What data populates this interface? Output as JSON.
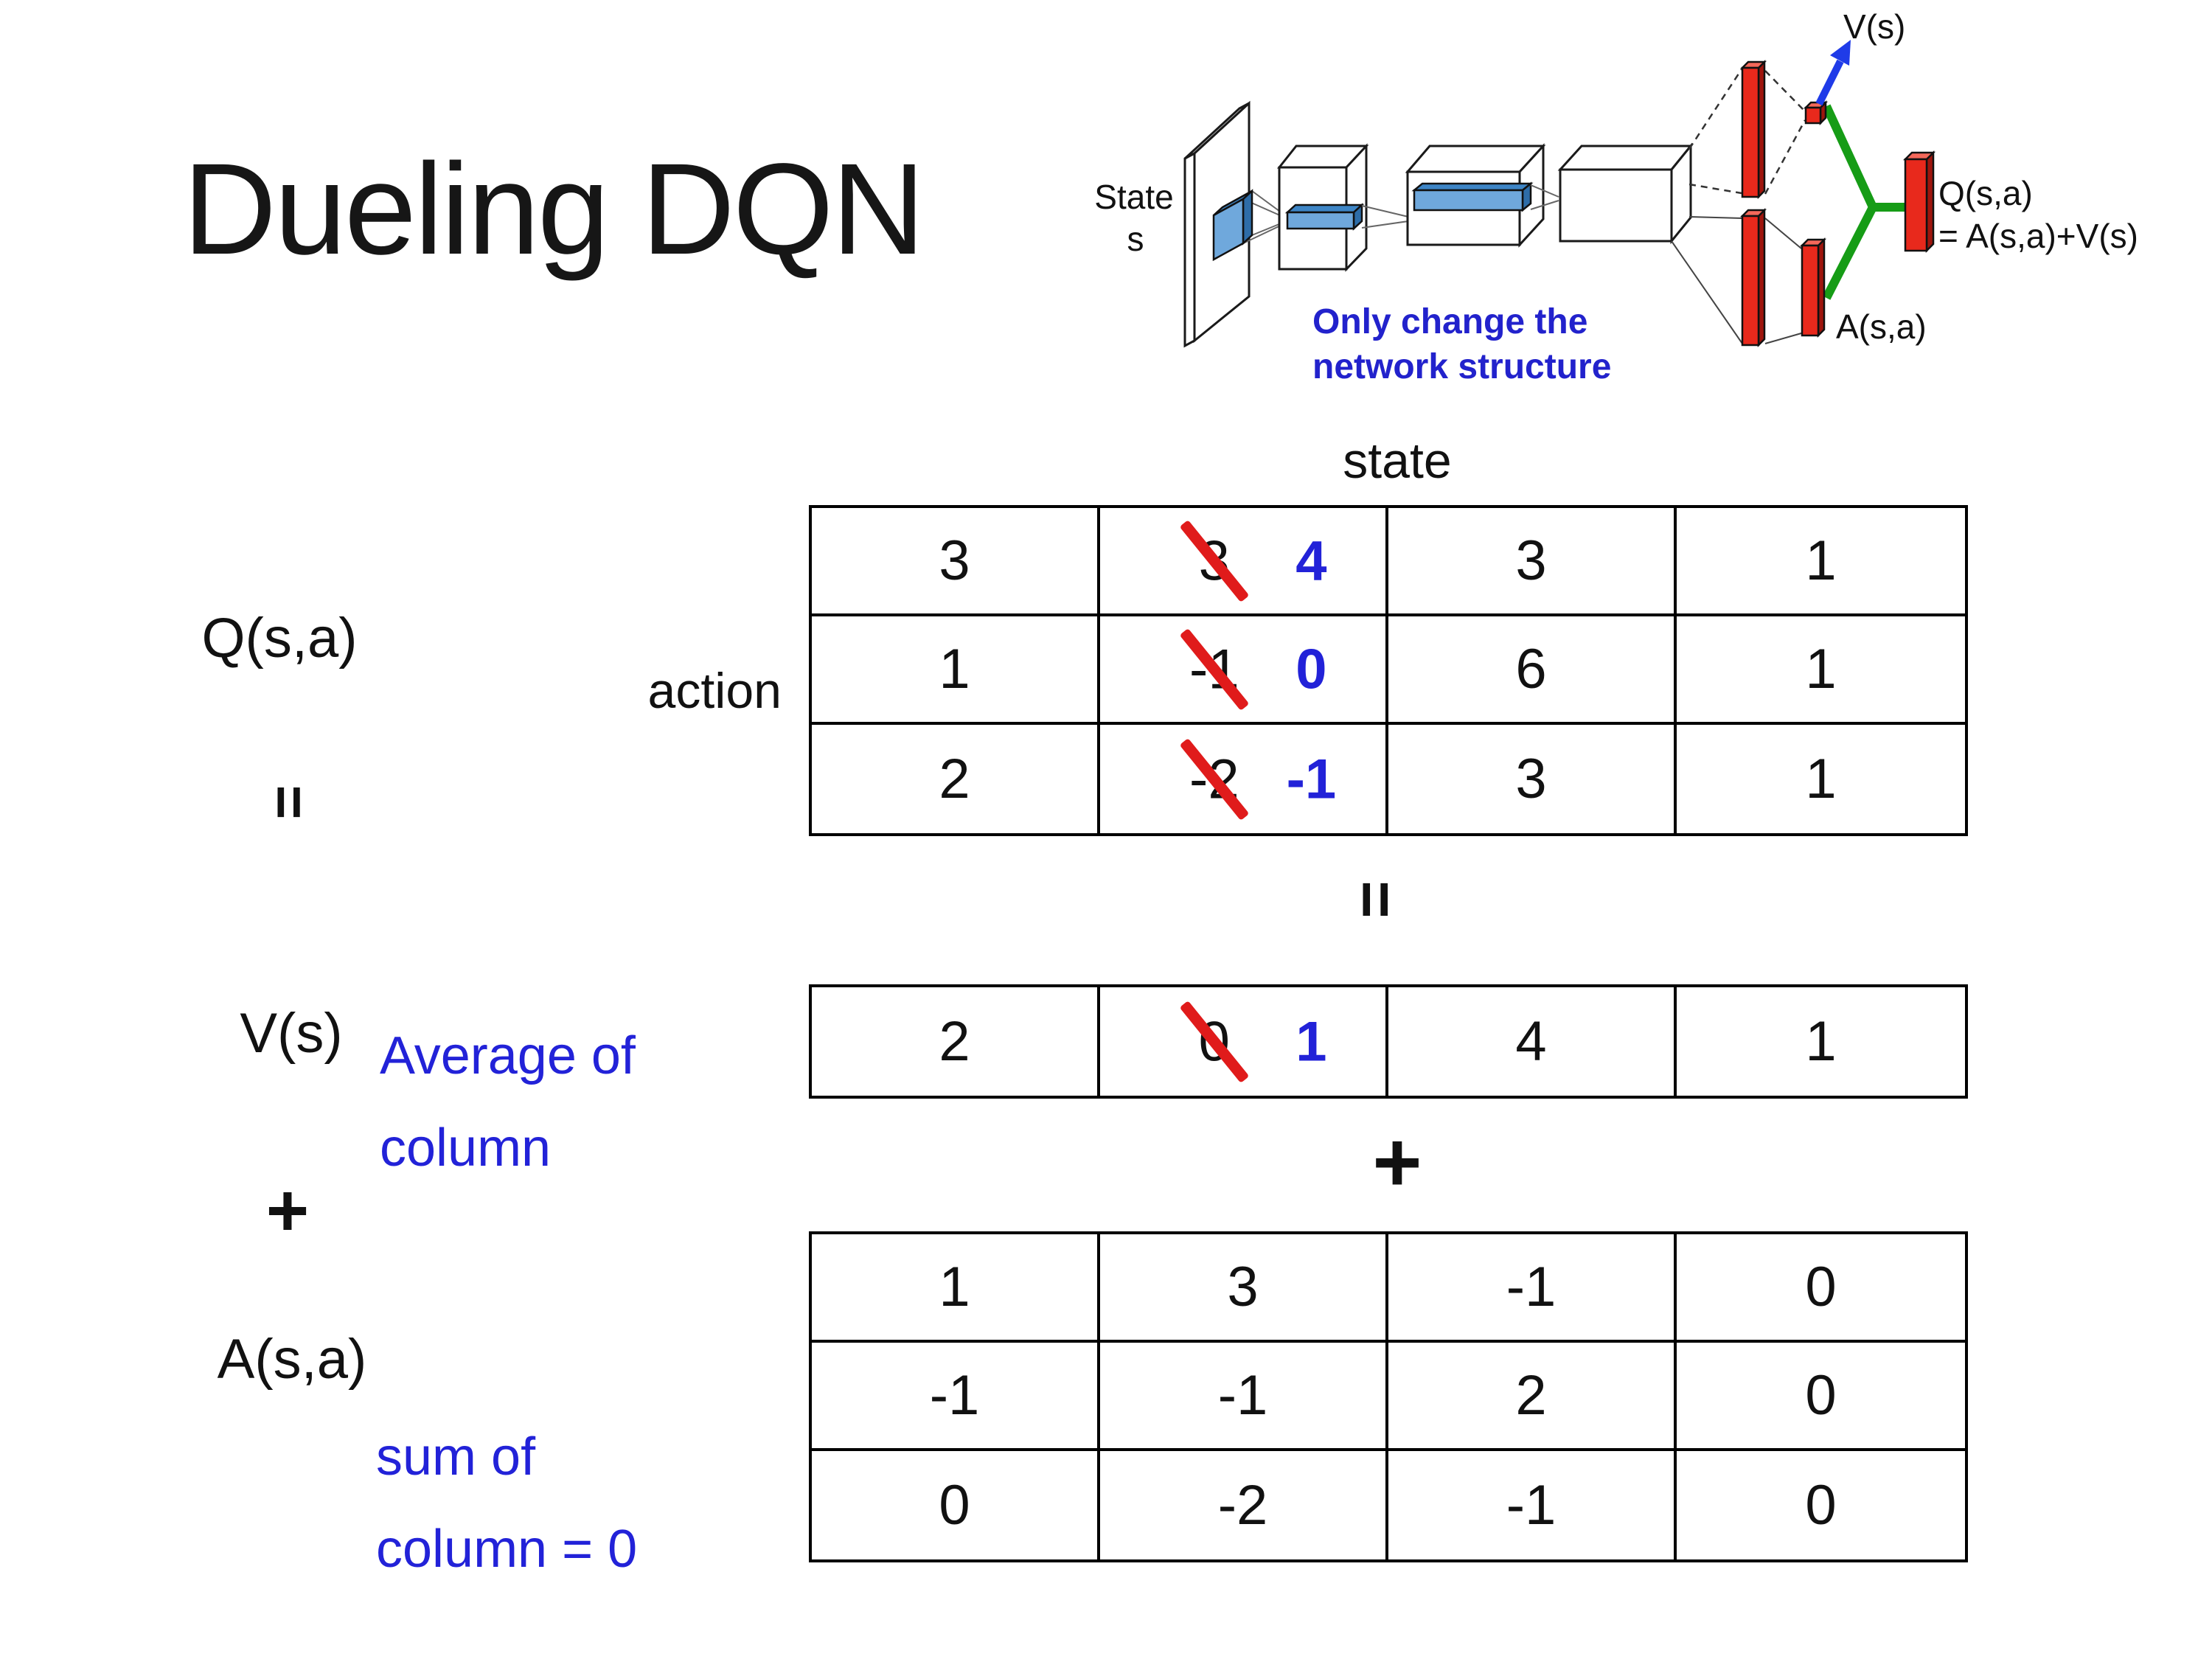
{
  "title": "Dueling DQN",
  "colors": {
    "accent_blue": "#2222D8",
    "note_blue": "#2222CC",
    "strike_red": "#E01B1B",
    "bar_red": "#E8291C",
    "merge_green": "#169C16",
    "filter_blue": "#6FA8DC",
    "ink": "#111111"
  },
  "diagram": {
    "state_line1": "State",
    "state_line2": "s",
    "v_out": "V(s)",
    "q_out_line1": "Q(s,a)",
    "q_out_line2": "= A(s,a)+V(s)",
    "a_out": "A(s,a)",
    "note_line1": "Only change the",
    "note_line2": "network structure"
  },
  "grid": {
    "state_header": "state",
    "action_header": "action"
  },
  "eq": {
    "q": "Q(s,a)",
    "eq_left": "=",
    "v": "V(s)",
    "plus_left": "+",
    "a": "A(s,a)",
    "eq_mid": "=",
    "plus_mid": "+",
    "avg_note_line1": "Average of",
    "avg_note_line2": "column",
    "sum_note_line1": "sum of",
    "sum_note_line2": "column = 0"
  },
  "q_table": {
    "rows": [
      {
        "c1": "3",
        "old": "3",
        "new": "4",
        "c3": "3",
        "c4": "1"
      },
      {
        "c1": "1",
        "old": "-1",
        "new": "0",
        "c3": "6",
        "c4": "1"
      },
      {
        "c1": "2",
        "old": "-2",
        "new": "-1",
        "c3": "3",
        "c4": "1"
      }
    ]
  },
  "v_row": {
    "c1": "2",
    "old": "0",
    "new": "1",
    "c3": "4",
    "c4": "1"
  },
  "a_table": {
    "rows": [
      {
        "c1": "1",
        "c2": "3",
        "c3": "-1",
        "c4": "0"
      },
      {
        "c1": "-1",
        "c2": "-1",
        "c3": "2",
        "c4": "0"
      },
      {
        "c1": "0",
        "c2": "-2",
        "c3": "-1",
        "c4": "0"
      }
    ]
  }
}
